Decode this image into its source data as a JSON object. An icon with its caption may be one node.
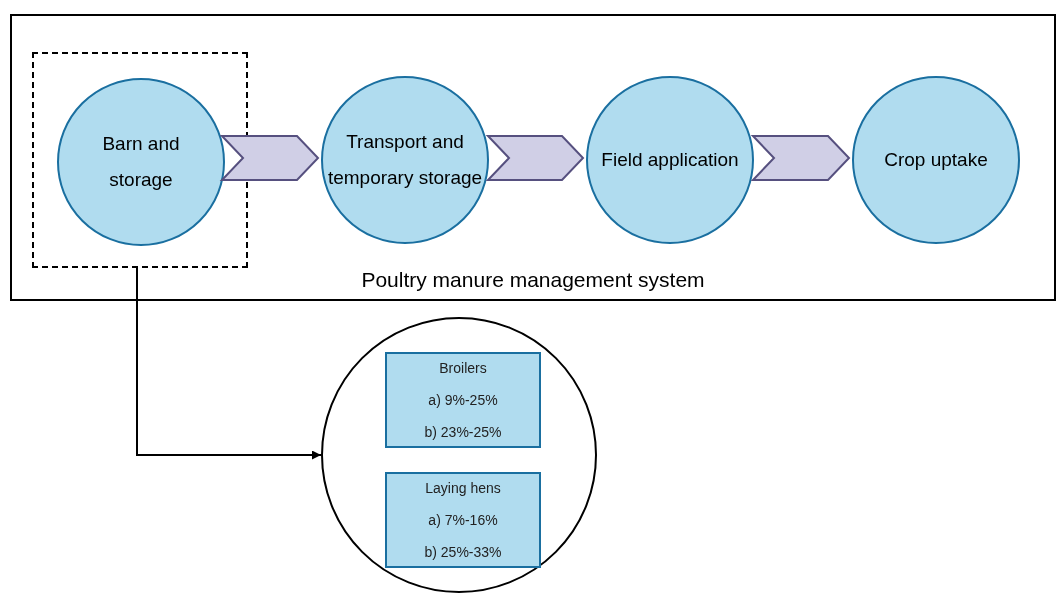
{
  "diagram": {
    "nodes": [
      {
        "text": [
          "Poultry manure management system"
        ]
      },
      {
        "text": [],
        "shape": "box",
        "in": 0
      },
      {
        "text": [
          "Barn and storage"
        ],
        "in": 1
      },
      {
        "text": [
          "Transport and temporary storage"
        ],
        "in": 0
      },
      {
        "text": [
          "Field application"
        ],
        "in": 0
      },
      {
        "text": [
          "Crop uptake"
        ],
        "in": 0
      },
      {
        "text": [],
        "shape": "circle"
      },
      {
        "text": [
          "Broilers",
          "a) 9%-25%",
          "b) 23%-25%"
        ],
        "in": 6
      },
      {
        "text": [
          "Laying hens",
          "a) 7%-16%",
          "b) 25%-33%"
        ],
        "in": 6
      }
    ],
    "edges": [
      {
        "from": 2,
        "to": 3,
        "arrow": "to"
      },
      {
        "from": 3,
        "to": 4,
        "arrow": "to"
      },
      {
        "from": 4,
        "to": 5,
        "arrow": "to"
      },
      {
        "from": 1,
        "to": 6,
        "arrow": "to"
      }
    ]
  }
}
